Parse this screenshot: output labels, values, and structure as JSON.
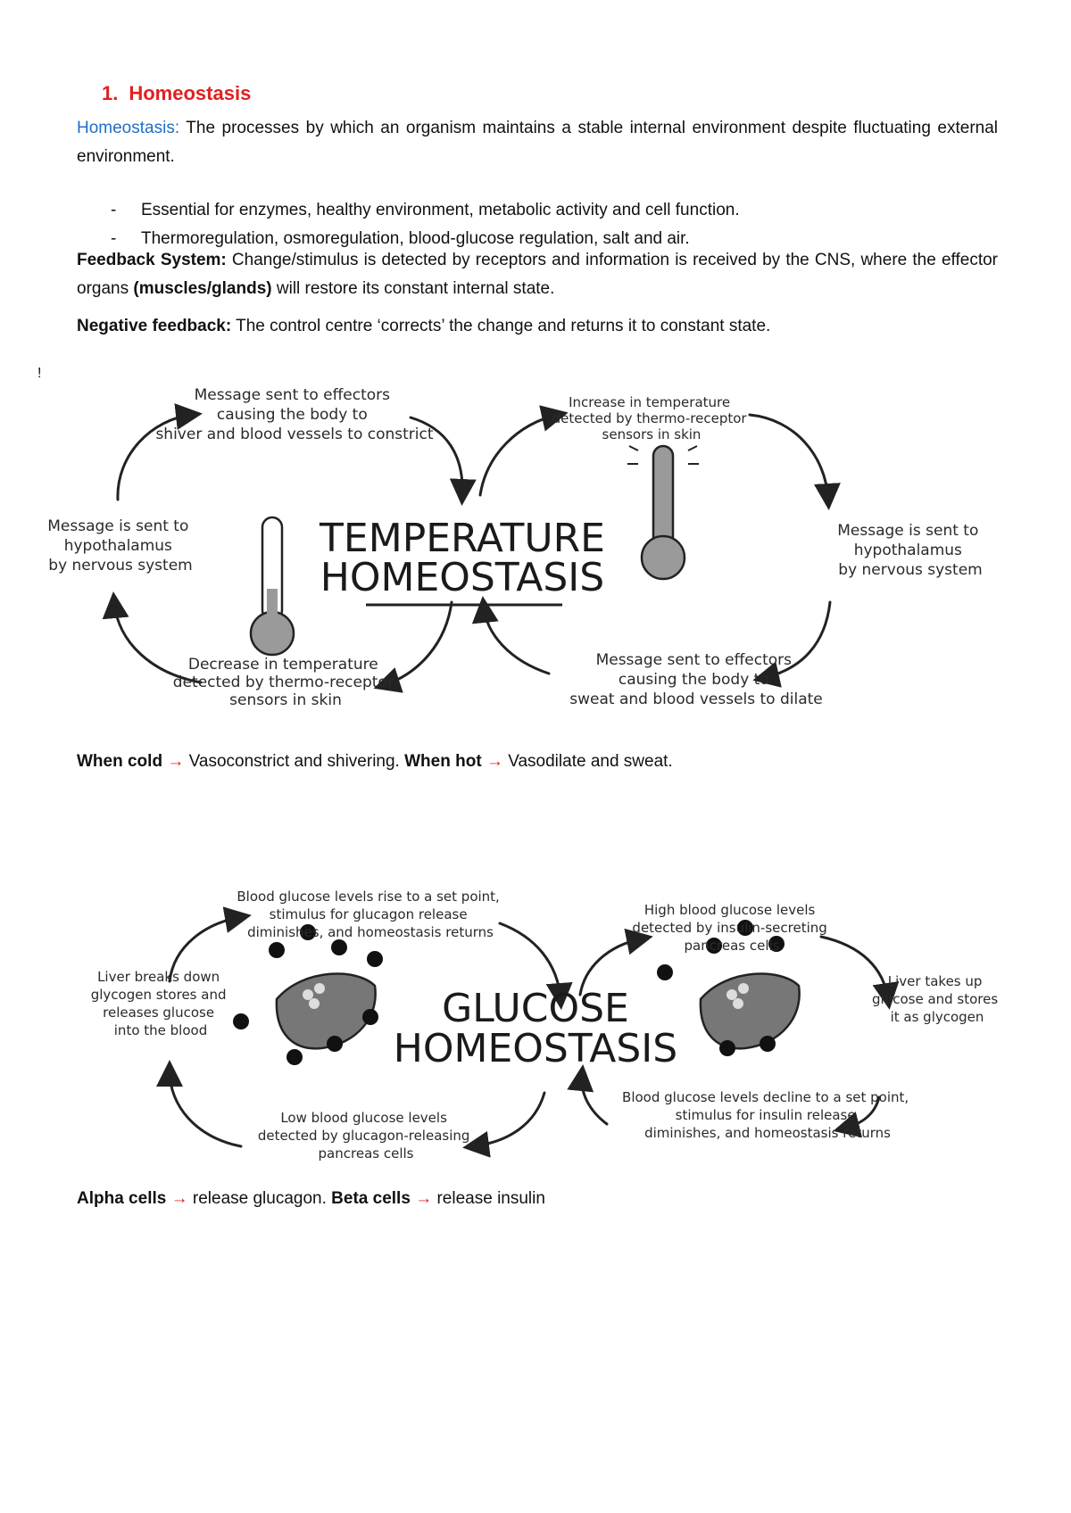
{
  "section": {
    "number": "1.",
    "title": "Homeostasis"
  },
  "definition": {
    "term": "Homeostasis:",
    "text": "The processes by which an organism maintains a stable internal environment despite fluctuating external environment."
  },
  "bullets": [
    "Essential for enzymes, healthy environment, metabolic activity and cell function.",
    "Thermoregulation, osmoregulation, blood-glucose regulation, salt and air."
  ],
  "feedback": {
    "term": "Feedback System:",
    "text_a": "Change/stimulus is detected by receptors and information is received by the CNS, where the effector organs ",
    "emph": "(muscles/glands)",
    "text_b": " will restore its constant internal state."
  },
  "negative": {
    "term": "Negative feedback:",
    "text": "The control centre ‘corrects’ the change and returns it to constant state."
  },
  "stray_mark": "!",
  "temperature_diagram": {
    "title_line1": "TEMPERATURE",
    "title_line2": "HOMEOSTASIS",
    "top_left": [
      "Message sent to effectors",
      "causing the body to",
      "shiver and blood vessels to constrict"
    ],
    "left": [
      "Message is sent to",
      "hypothalamus",
      "by nervous system"
    ],
    "bottom_left": [
      "Decrease in temperature",
      "detected by thermo-receptor",
      "sensors in skin"
    ],
    "top_right": [
      "Increase in temperature",
      "detected by thermo-receptor",
      "sensors in skin"
    ],
    "right": [
      "Message is sent to",
      "hypothalamus",
      "by nervous system"
    ],
    "bottom_right": [
      "Message sent to effectors",
      "causing the body to",
      "sweat and blood vessels to dilate"
    ]
  },
  "temp_summary": {
    "cold_label": "When cold",
    "cold_text": "Vasoconstrict and shivering.",
    "hot_label": "When hot",
    "hot_text": "Vasodilate and sweat.",
    "arrow": "→"
  },
  "glucose_diagram": {
    "title_line1": "GLUCOSE",
    "title_line2": "HOMEOSTASIS",
    "top_left": [
      "Blood glucose levels rise to a set point,",
      "stimulus for glucagon release",
      "diminishes, and homeostasis returns"
    ],
    "left": [
      "Liver breaks down",
      "glycogen stores and",
      "releases glucose",
      "into the blood"
    ],
    "bottom_left": [
      "Low blood glucose levels",
      "detected by glucagon-releasing",
      "pancreas cells"
    ],
    "top_right": [
      "High blood glucose levels",
      "detected by insulin-secreting",
      "pancreas cells"
    ],
    "right": [
      "Liver takes up",
      "glucose and stores",
      "it as glycogen"
    ],
    "bottom_right": [
      "Blood glucose levels decline to a set point,",
      "stimulus for insulin release",
      "diminishes, and homeostasis returns"
    ]
  },
  "glucose_summary": {
    "alpha_label": "Alpha cells",
    "alpha_text": "release glucagon.",
    "beta_label": "Beta cells",
    "beta_text": "release insulin",
    "arrow": "→"
  }
}
